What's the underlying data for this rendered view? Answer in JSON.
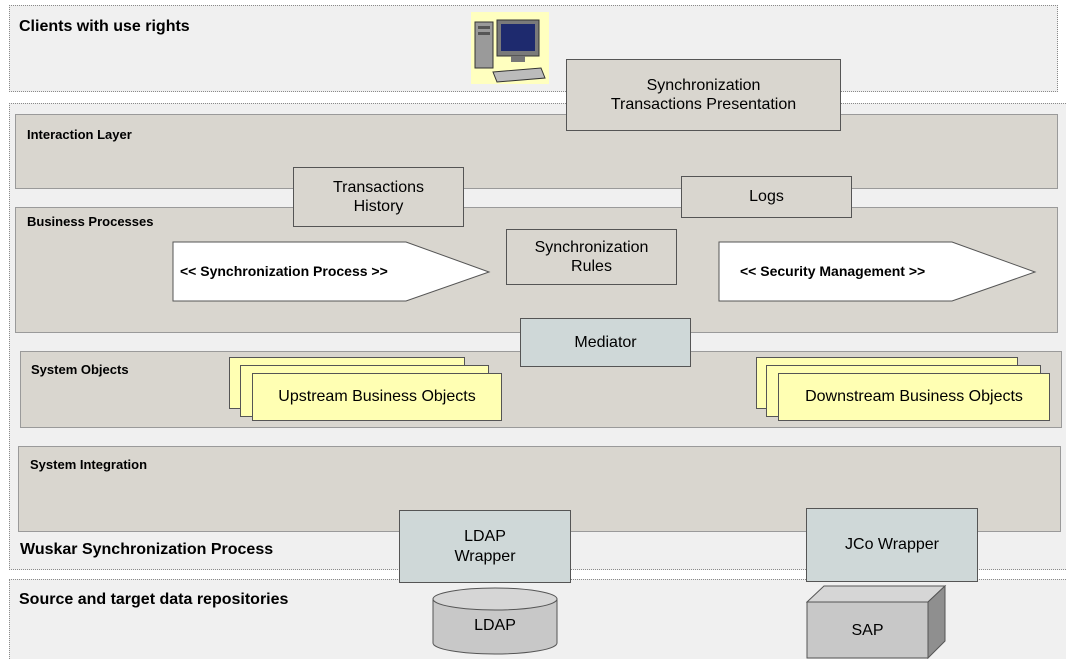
{
  "clients": {
    "title": "Clients with use rights",
    "icon": "computer-icon"
  },
  "wuskar": {
    "title": "Wuskar Synchronization Process"
  },
  "repositories": {
    "title": "Source and target data repositories"
  },
  "layers": {
    "interaction": "Interaction Layer",
    "business": "Business Processes",
    "system_objects": "System Objects",
    "system_integration": "System Integration"
  },
  "boxes": {
    "sync_presentation_line1": "Synchronization",
    "sync_presentation_line2": "Transactions Presentation",
    "transactions_history_line1": "Transactions",
    "transactions_history_line2": "History",
    "logs": "Logs",
    "sync_rules_line1": "Synchronization",
    "sync_rules_line2": "Rules",
    "mediator": "Mediator",
    "ldap_wrapper_line1": "LDAP",
    "ldap_wrapper_line2": "Wrapper",
    "jco_wrapper": "JCo Wrapper"
  },
  "processes": {
    "sync_process": "<< Synchronization Process >>",
    "security_mgmt": "<< Security Management >>"
  },
  "objects": {
    "upstream": "Upstream Business Objects",
    "downstream": "Downstream Business Objects"
  },
  "repos": {
    "ldap": "LDAP",
    "sap": "SAP"
  }
}
